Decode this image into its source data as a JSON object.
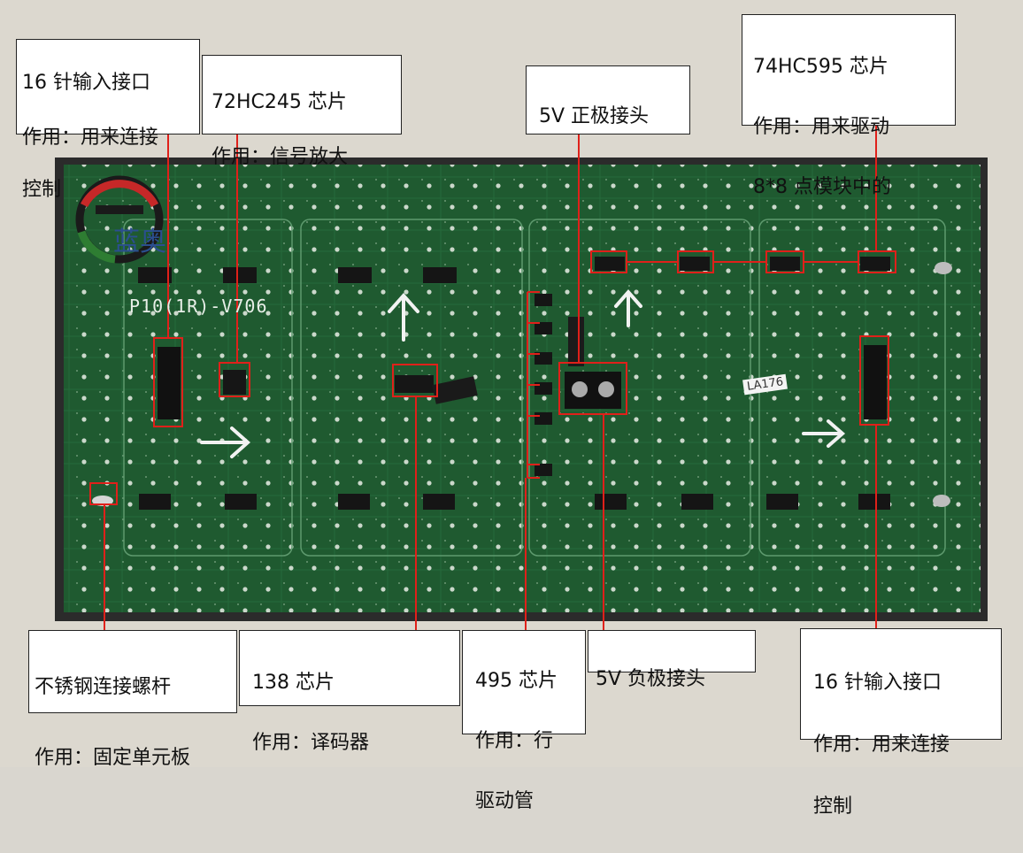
{
  "board": {
    "logo_text": "蓝奥",
    "model_label": "P10(1R)-V706",
    "sticker_label": "LA176"
  },
  "callouts": {
    "input_left": {
      "line1": "16 针输入接口",
      "line2": "作用：用来连接",
      "line3": "控制"
    },
    "chip_245": {
      "line1": "72HC245 芯片",
      "line2": "作用：信号放大"
    },
    "pos_5v": {
      "line1": "5V 正极接头"
    },
    "chip_595": {
      "line1": "74HC595 芯片",
      "line2": "作用：用来驱动",
      "line3": "8*8  点模块中的"
    },
    "screw_rod": {
      "line1": "不锈钢连接螺杆",
      "line2": "作用：固定单元板"
    },
    "chip_138": {
      "line1": "138 芯片",
      "line2": "作用：译码器"
    },
    "chip_495": {
      "line1": "495 芯片",
      "line2": "作用：行",
      "line3": "驱动管"
    },
    "neg_5v": {
      "line1": "5V 负极接头"
    },
    "input_right": {
      "line1": "16 针输入接口",
      "line2": "作用：用来连接",
      "line3": "控制"
    }
  },
  "colors": {
    "board_green": "#1f5a30",
    "highlight_red": "#e0201a",
    "label_border": "#222222"
  }
}
